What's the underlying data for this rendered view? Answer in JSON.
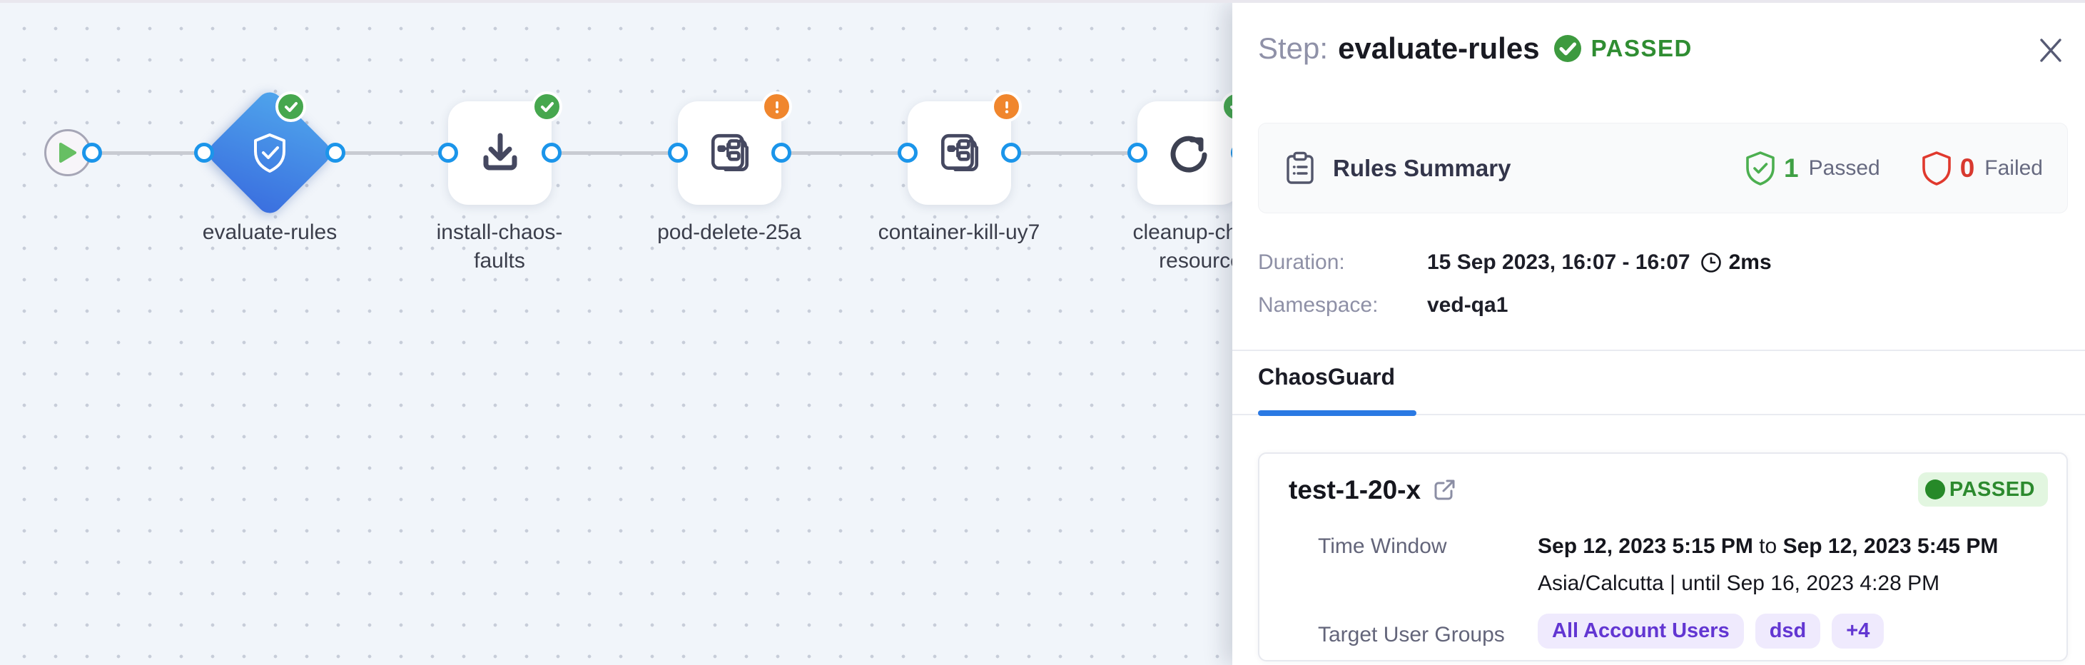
{
  "canvas": {
    "nodes": [
      {
        "id": "start",
        "type": "play-button"
      },
      {
        "id": "evaluate-rules",
        "label": "evaluate-rules",
        "status": "passed",
        "icon": "shield-check-icon"
      },
      {
        "id": "install-chaos-faults",
        "label_line1": "install-chaos-",
        "label_line2": "faults",
        "status": "passed",
        "icon": "download-icon"
      },
      {
        "id": "pod-delete-25a",
        "label": "pod-delete-25a",
        "status": "warning",
        "icon": "chaos-fault-icon"
      },
      {
        "id": "container-kill-uy7",
        "label": "container-kill-uy7",
        "status": "warning",
        "icon": "chaos-fault-icon"
      },
      {
        "id": "cleanup-chaos-resources",
        "label_line1": "cleanup-chaos-",
        "label_line2": "resources",
        "status": "passed",
        "icon": "refresh-icon"
      }
    ]
  },
  "panel": {
    "header": {
      "label": "Step:",
      "step_name": "evaluate-rules",
      "status": "PASSED"
    },
    "rules_summary": {
      "title": "Rules Summary",
      "passed_count": "1",
      "passed_label": "Passed",
      "failed_count": "0",
      "failed_label": "Failed"
    },
    "details": {
      "duration_label": "Duration:",
      "duration_value": "15 Sep 2023, 16:07 - 16:07",
      "duration_elapsed": "2ms",
      "namespace_label": "Namespace:",
      "namespace_value": "ved-qa1"
    },
    "tabs": [
      {
        "label": "ChaosGuard",
        "active": true
      }
    ],
    "guard_card": {
      "title": "test-1-20-x",
      "status": "PASSED",
      "time_window_label": "Time Window",
      "time_window_start": "Sep 12, 2023 5:15 PM",
      "time_window_joiner": " to ",
      "time_window_end": "Sep 12, 2023 5:45 PM",
      "timezone_line": "Asia/Calcutta | until Sep 16, 2023 4:28 PM",
      "target_user_groups_label": "Target User Groups",
      "user_groups": [
        "All Account Users",
        "dsd",
        "+4"
      ]
    }
  },
  "icons": {
    "play-icon": "green triangle",
    "shield-check-icon": "white outlined shield with check",
    "download-icon": "arrow into tray",
    "chaos-fault-icon": "stacked cards with mini flowchart",
    "refresh-icon": "circular arrow",
    "check-circle-icon": "green circle with white check",
    "warning-circle-icon": "orange circle with white exclamation",
    "clipboard-icon": "clipboard list",
    "shield-passed-icon": "green shield with check",
    "shield-failed-icon": "red shield",
    "clock-icon": "clock",
    "external-link-icon": "box with arrow",
    "close-icon": "x"
  },
  "colors": {
    "accent_blue": "#2a79e3",
    "node_blue_top": "#4fa5ec",
    "node_blue_bottom": "#3a6edf",
    "success_green": "#46a74e",
    "status_green_text": "#2f8d32",
    "badge_green_bg": "#e2f6e0",
    "warning_orange": "#f0862d",
    "error_red": "#d8392f",
    "chip_purple_bg": "#efeafd",
    "chip_purple_text": "#6236d2",
    "port_blue": "#1b95ea",
    "canvas_bg": "#f1f5fa",
    "edge_gray": "#c8cbd2"
  }
}
